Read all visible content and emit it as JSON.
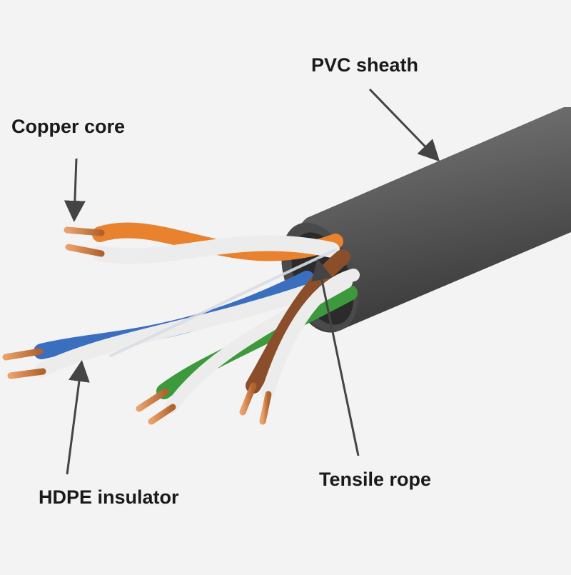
{
  "labels": {
    "pvc_sheath": "PVC sheath",
    "copper_core": "Copper core",
    "hdpe_insulator": "HDPE insulator",
    "tensile_rope": "Tensile rope"
  },
  "colors": {
    "sheath": "#5e5e5e",
    "orange_pair": "#e8822e",
    "blue_pair": "#3a6fbf",
    "green_pair": "#3c9a3c",
    "brown_pair": "#8a4f2a",
    "copper": "#c97a45",
    "insulator_white": "#ececec"
  }
}
